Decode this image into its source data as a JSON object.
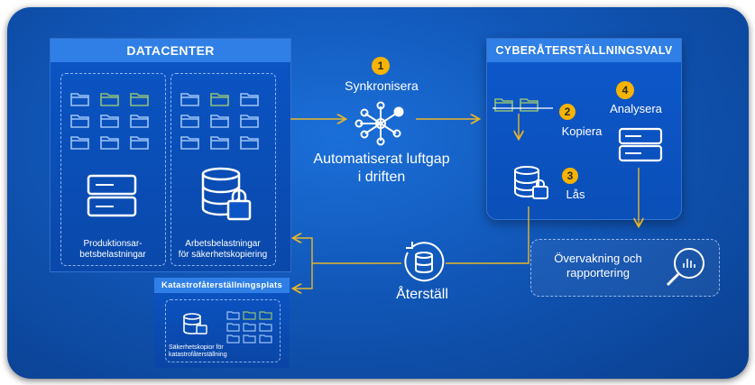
{
  "datacenter": {
    "title": "DATACENTER",
    "prod_label": "Produktionsar-\nbetsbelastningar",
    "backup_label": "Arbetsbelastningar\nför säkerhetskopiering"
  },
  "middle": {
    "step1": "1",
    "sync_label": "Synkronisera",
    "airgap_label_line1": "Automatiserat luftgap",
    "airgap_label_line2": "i driften",
    "restore_label": "Återställ"
  },
  "vault": {
    "title": "CYBERÅTERSTÄLLNINGSVALV",
    "step2": "2",
    "copy_label": "Kopiera",
    "step3": "3",
    "lock_label": "Lås",
    "step4": "4",
    "analyze_label": "Analysera"
  },
  "monitor": {
    "label_line1": "Övervakning och",
    "label_line2": "rapportering"
  },
  "dr_site": {
    "title": "Katastrofåterställningsplats",
    "caption_line1": "Säkerhetskopior för",
    "caption_line2": "katastrofåterställning"
  },
  "colors": {
    "background": "#1157b8",
    "panel": "#0b55c6",
    "panel_header": "#2f7fe6",
    "badge": "#f6b300",
    "arrow": "#e8b52a",
    "folder_outline": "#9cc3f5",
    "folder_green": "#8fbf7a"
  }
}
